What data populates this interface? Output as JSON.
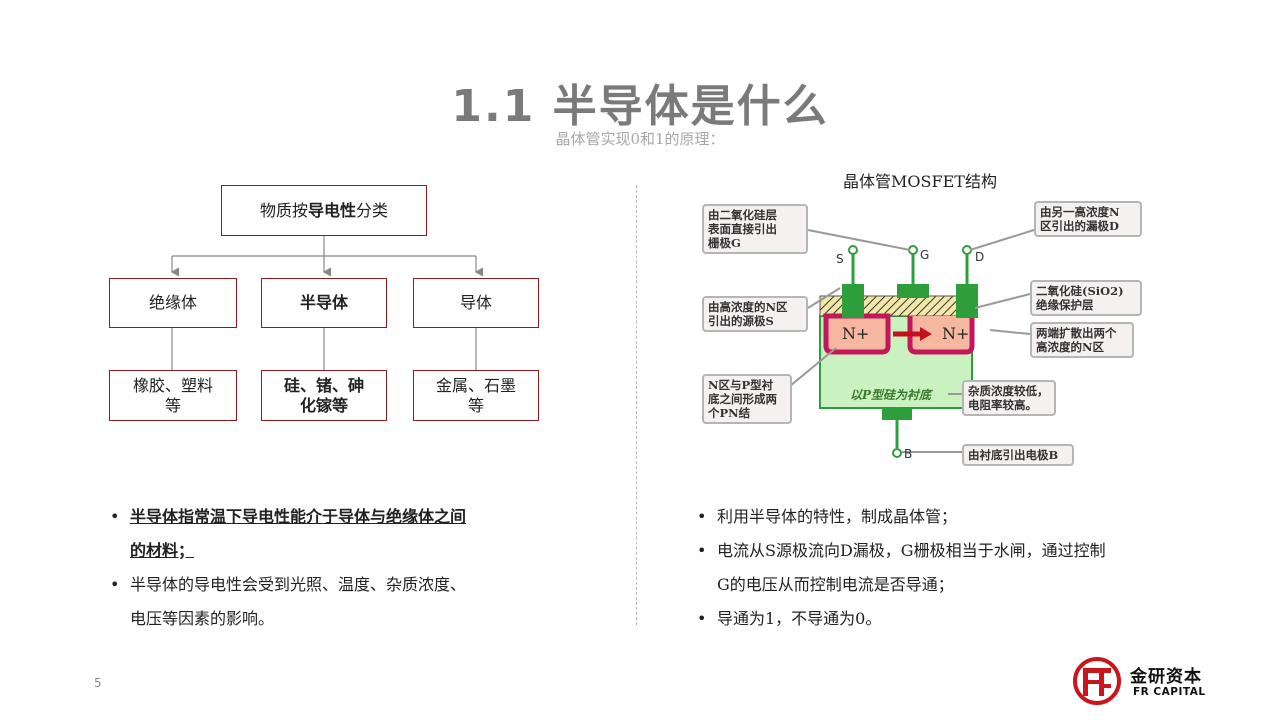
{
  "header": {
    "title": "1.1 半导体是什么",
    "subtitle": "晶体管实现0和1的原理："
  },
  "tree": {
    "root": {
      "pre": "物质按",
      "bold": "导电性",
      "post": "分类"
    },
    "categories": [
      {
        "label": "绝缘体",
        "examples_line1": "橡胶、塑料",
        "examples_line2": "等"
      },
      {
        "label": "半导体",
        "examples_line1": "硅、锗、砷",
        "examples_line2": "化镓等"
      },
      {
        "label": "导体",
        "examples_line1": "金属、石墨",
        "examples_line2": "等"
      }
    ]
  },
  "left_bullets": {
    "b1_line1": "半导体指常温下导电性能介于导体与绝缘体之间",
    "b1_line2": "的材料；",
    "b2_line1": "半导体的导电性会受到光照、温度、杂质浓度、",
    "b2_line2": "电压等因素的影响。"
  },
  "diagram": {
    "title": "晶体管MOSFET结构",
    "terminals": {
      "s": "S",
      "g": "G",
      "d": "D",
      "b": "B"
    },
    "regions": {
      "n_left": "N+",
      "n_right": "N+",
      "substrate": "以P型硅为衬底"
    },
    "callouts": {
      "gate_l1": "由二氧化硅层",
      "gate_l2": "表面直接引出",
      "gate_l3": "栅极G",
      "drain_l1": "由另一高浓度N",
      "drain_l2": "区引出的漏极D",
      "source_l1": "由高浓度的N区",
      "source_l2": "引出的源极S",
      "oxide_l1": "二氧化硅(SiO2)",
      "oxide_l2": "绝缘保护层",
      "nregion_l1": "两端扩散出两个",
      "nregion_l2": "高浓度的N区",
      "pn_l1": "N区与P型衬",
      "pn_l2": "底之间形成两",
      "pn_l3": "个PN结",
      "doping_l1": "杂质浓度较低，",
      "doping_l2": "电阻率较高。",
      "base_l1": "由衬底引出电极B"
    }
  },
  "right_bullets": {
    "b1": "利用半导体的特性，制成晶体管；",
    "b2_line1": "电流从S源极流向D漏极，G栅极相当于水闸，通过控制",
    "b2_line2": "G的电压从而控制电流是否导通；",
    "b3": "导通为1，不导通为0。"
  },
  "footer": {
    "page_number": "5",
    "logo_cn": "金研资本",
    "logo_en": "FR CAPITAL"
  },
  "colors": {
    "title": "#7a7a7a",
    "box_border": "#8b1a1a",
    "substrate": "#c9f2c0",
    "n_region": "#f5b7a0",
    "n_border": "#c2185b",
    "metal": "#2e9e3a",
    "logo_red": "#c8161d"
  }
}
